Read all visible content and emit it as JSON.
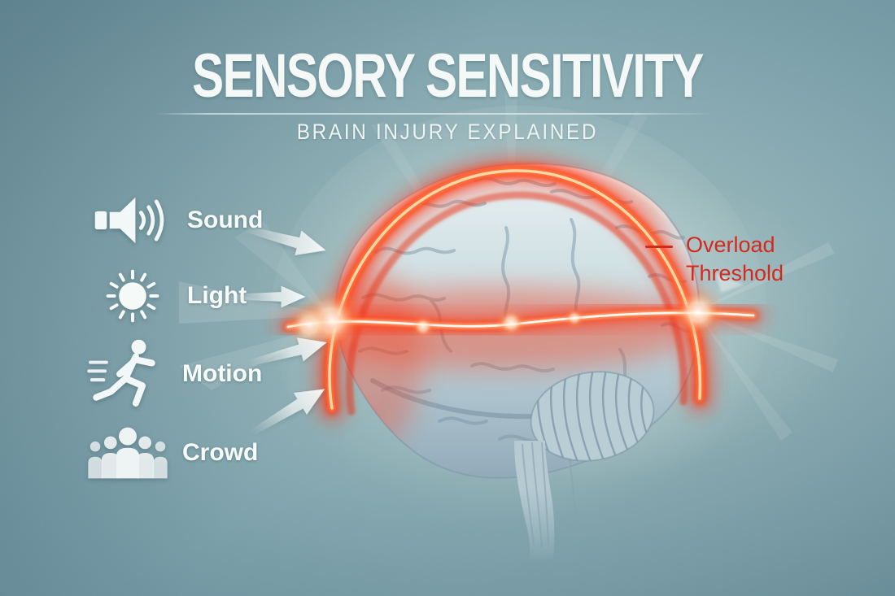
{
  "title": "SENSORY SENSITIVITY",
  "subtitle": "BRAIN INJURY EXPLAINED",
  "stimuli": [
    {
      "label": "Sound",
      "icon": "speaker-icon"
    },
    {
      "label": "Light",
      "icon": "sun-icon"
    },
    {
      "label": "Motion",
      "icon": "runner-icon"
    },
    {
      "label": "Crowd",
      "icon": "crowd-icon"
    }
  ],
  "annotation": {
    "line1": "Overload",
    "line2": "Threshold"
  },
  "colors": {
    "background_teal": "#7ba1ab",
    "accent_red": "#d5291d",
    "glow_orange": "#ff4a1f",
    "brain_blue_gray": "#c6d6db",
    "text_white": "#f5f9f8"
  }
}
